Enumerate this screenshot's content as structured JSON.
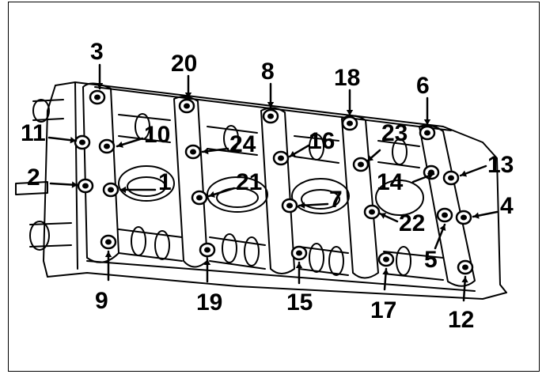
{
  "diagram": {
    "subject": "cylinder-head-bolt-tightening-sequence",
    "ink_color": "#000000",
    "paper_color": "#ffffff",
    "labels": [
      {
        "id": "3",
        "text": "3"
      },
      {
        "id": "20",
        "text": "20"
      },
      {
        "id": "8",
        "text": "8"
      },
      {
        "id": "18",
        "text": "18"
      },
      {
        "id": "6",
        "text": "6"
      },
      {
        "id": "11",
        "text": "11"
      },
      {
        "id": "10",
        "text": "10"
      },
      {
        "id": "24",
        "text": "24"
      },
      {
        "id": "16",
        "text": "16"
      },
      {
        "id": "23",
        "text": "23"
      },
      {
        "id": "13",
        "text": "13"
      },
      {
        "id": "2",
        "text": "2"
      },
      {
        "id": "1",
        "text": "1"
      },
      {
        "id": "21",
        "text": "21"
      },
      {
        "id": "7",
        "text": "7"
      },
      {
        "id": "14",
        "text": "14"
      },
      {
        "id": "4",
        "text": "4"
      },
      {
        "id": "22",
        "text": "22"
      },
      {
        "id": "5",
        "text": "5"
      },
      {
        "id": "9",
        "text": "9"
      },
      {
        "id": "19",
        "text": "19"
      },
      {
        "id": "15",
        "text": "15"
      },
      {
        "id": "17",
        "text": "17"
      },
      {
        "id": "12",
        "text": "12"
      }
    ]
  }
}
